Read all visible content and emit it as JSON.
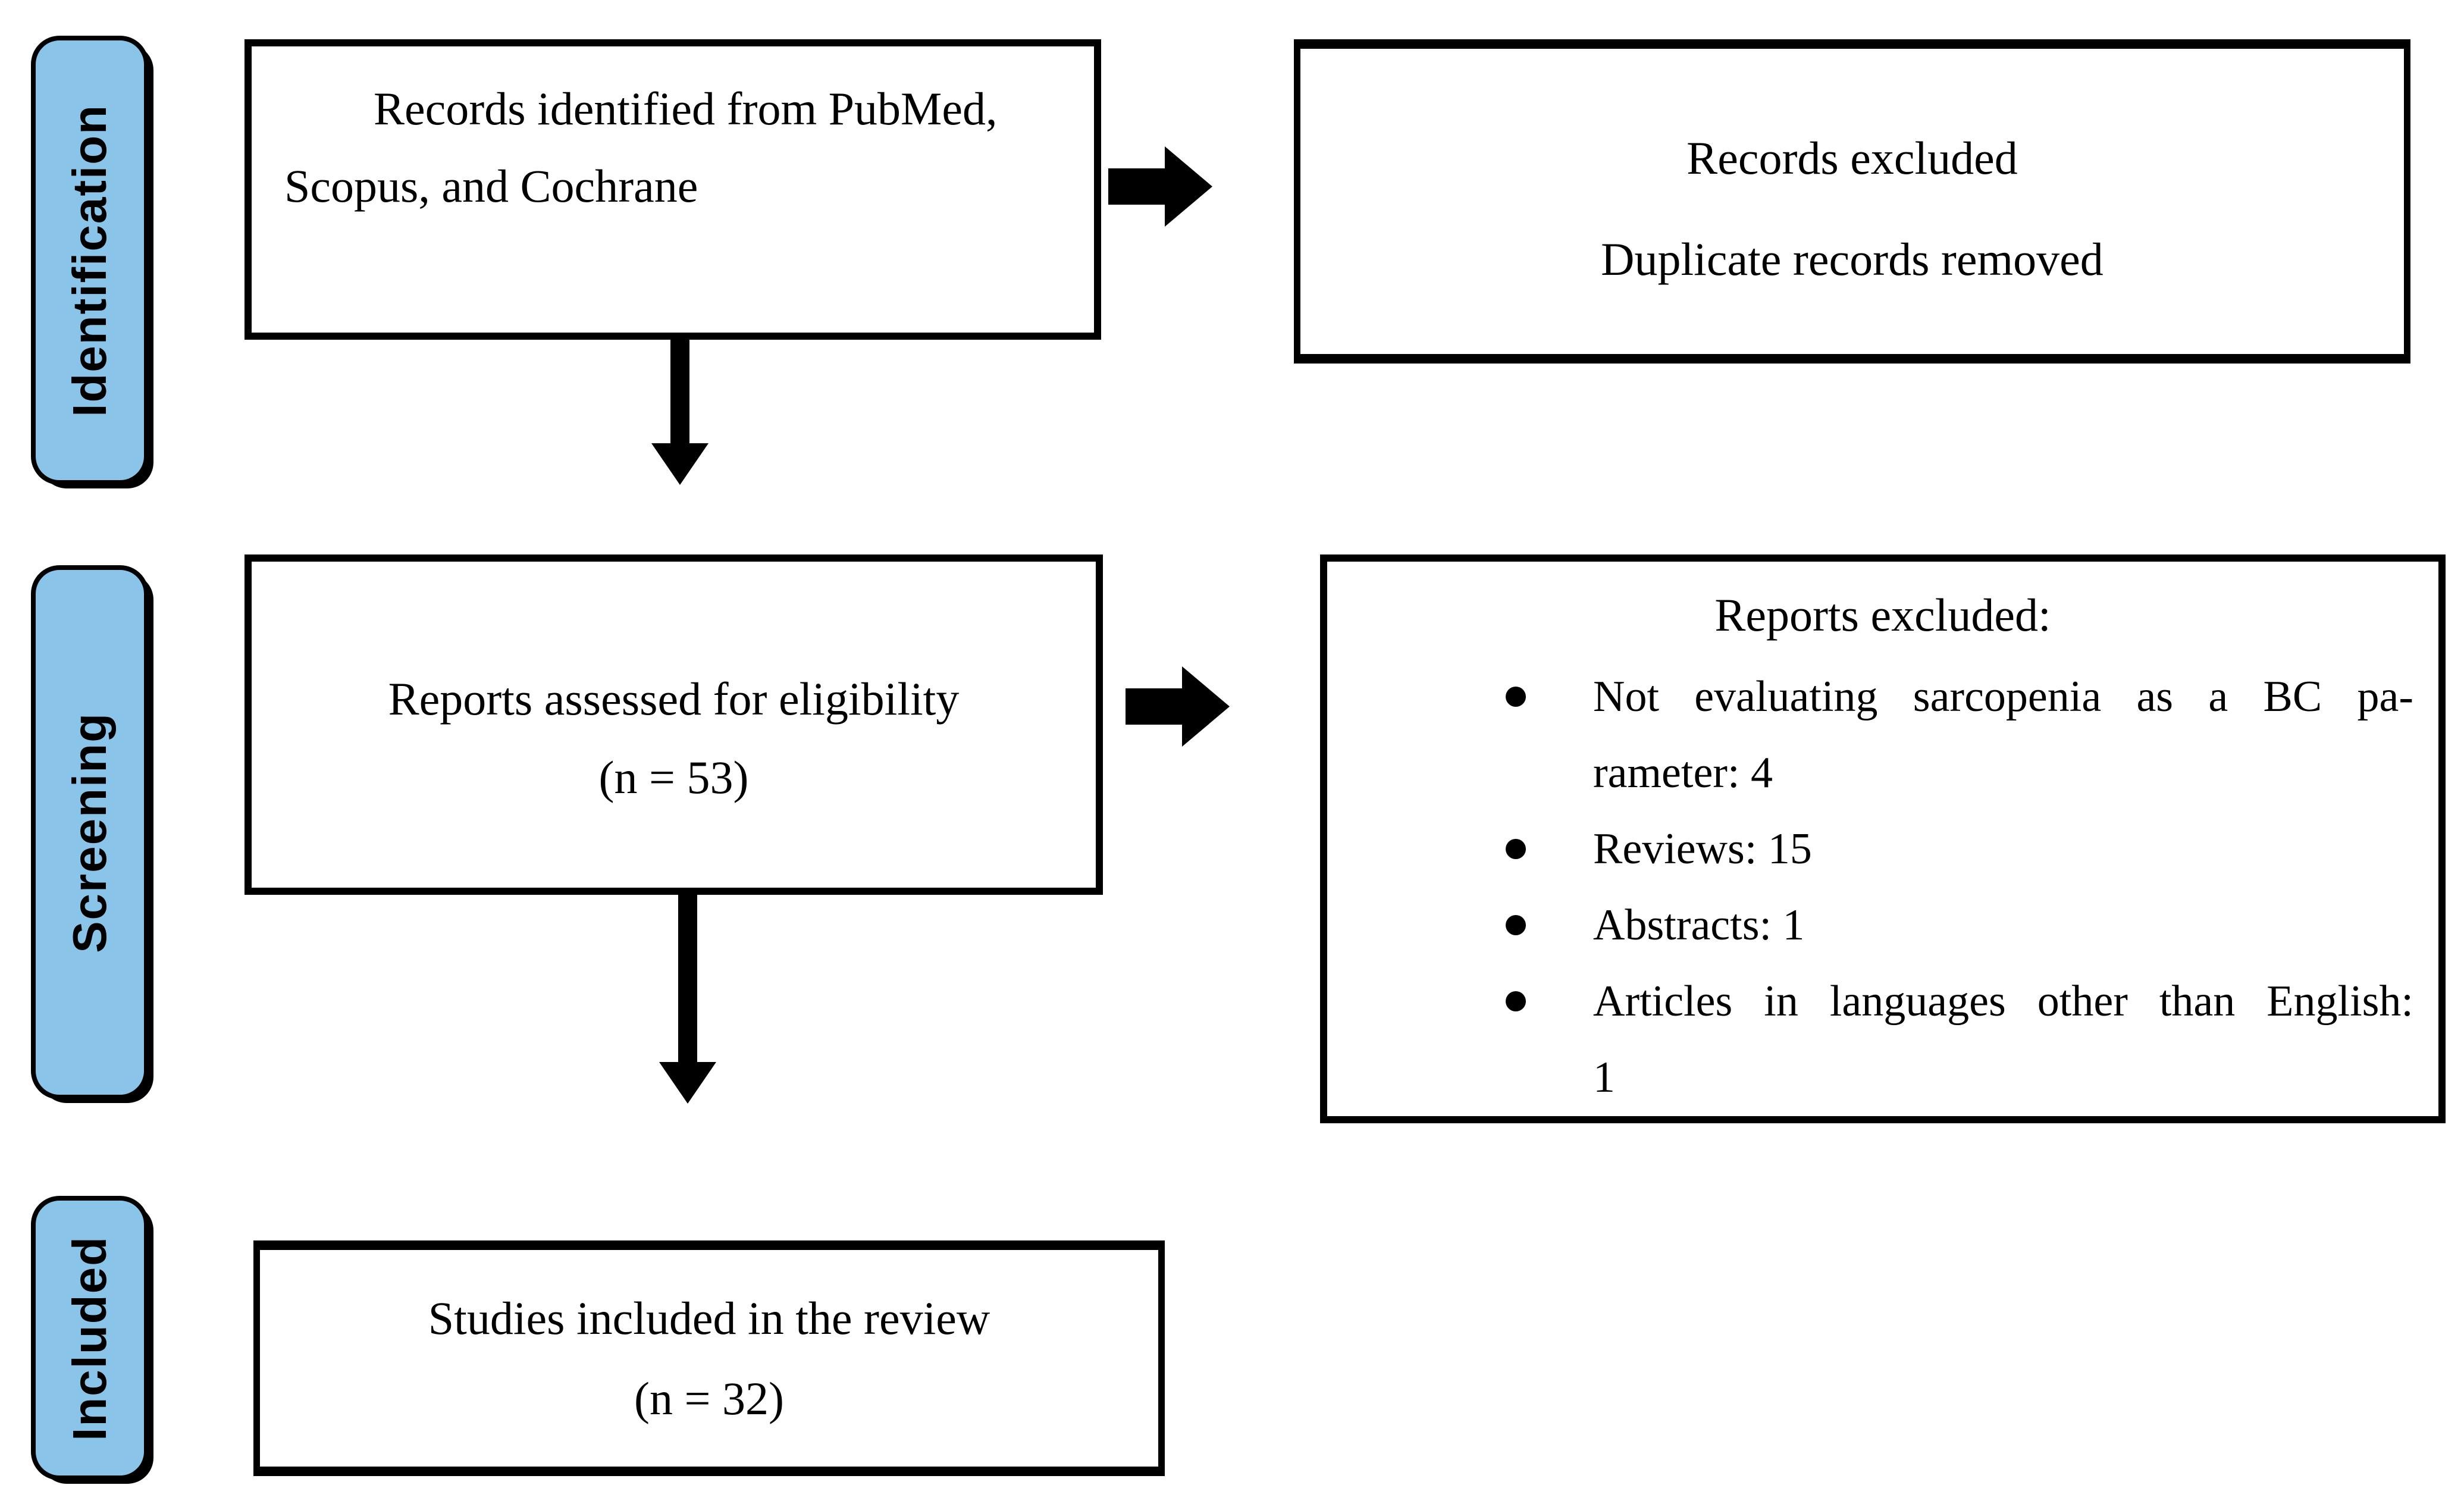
{
  "figure": {
    "kind": "prisma-flow-diagram",
    "colors": {
      "stage_fill": "#8BC4E9",
      "border": "#000000",
      "background": "#FFFFFF",
      "text": "#000000"
    },
    "stages": [
      {
        "label": "Identification"
      },
      {
        "label": "Screening"
      },
      {
        "label": "Included"
      }
    ],
    "boxes": {
      "records_identified": {
        "lines": [
          "Records identified from PubMed,",
          "Scopus, and Cochrane"
        ]
      },
      "records_excluded": {
        "lines": [
          "Records excluded",
          "Duplicate records removed"
        ]
      },
      "reports_assessed": {
        "lines": [
          "Reports assessed for eligibility",
          "(n = 53)"
        ]
      },
      "reports_excluded": {
        "title": "Reports excluded:",
        "bullets": [
          {
            "lines": [
              "Not evaluating sarcopenia as a BC pa-",
              "rameter: 4"
            ]
          },
          {
            "lines": [
              "Reviews: 15"
            ]
          },
          {
            "lines": [
              "Abstracts: 1"
            ]
          },
          {
            "lines": [
              "Articles in languages other than English:",
              "1"
            ]
          }
        ]
      },
      "studies_included": {
        "lines": [
          "Studies included in the review",
          "(n = 32)"
        ]
      }
    }
  }
}
